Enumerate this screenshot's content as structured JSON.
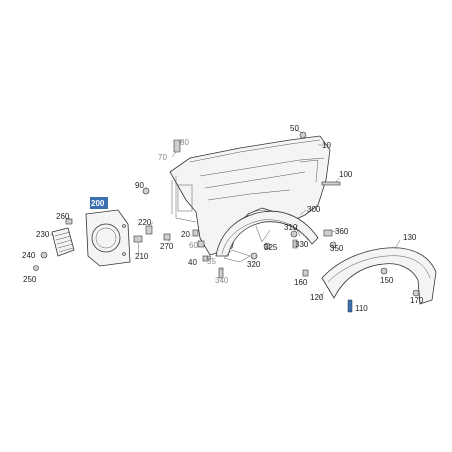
{
  "colors": {
    "highlight_box": "#3a6fb0",
    "grey_label": "#8a8a8a",
    "line": "#333333"
  },
  "labels": {
    "p10": "10",
    "p20": "20",
    "p40": "40",
    "p50": "50",
    "p55": "55",
    "p60": "60",
    "p70": "70",
    "p80": "80",
    "p90": "90",
    "p100": "100",
    "p110": "110",
    "p120": "120",
    "p130": "130",
    "p150": "150",
    "p160": "160",
    "p170": "170",
    "p200": "200",
    "p210": "210",
    "p220": "220",
    "p230": "230",
    "p240": "240",
    "p250": "250",
    "p260": "260",
    "p270": "270",
    "p300": "300",
    "p310": "310",
    "p320": "320",
    "p325": "325",
    "p330": "330",
    "p340": "340",
    "p350": "350",
    "p360": "360"
  }
}
